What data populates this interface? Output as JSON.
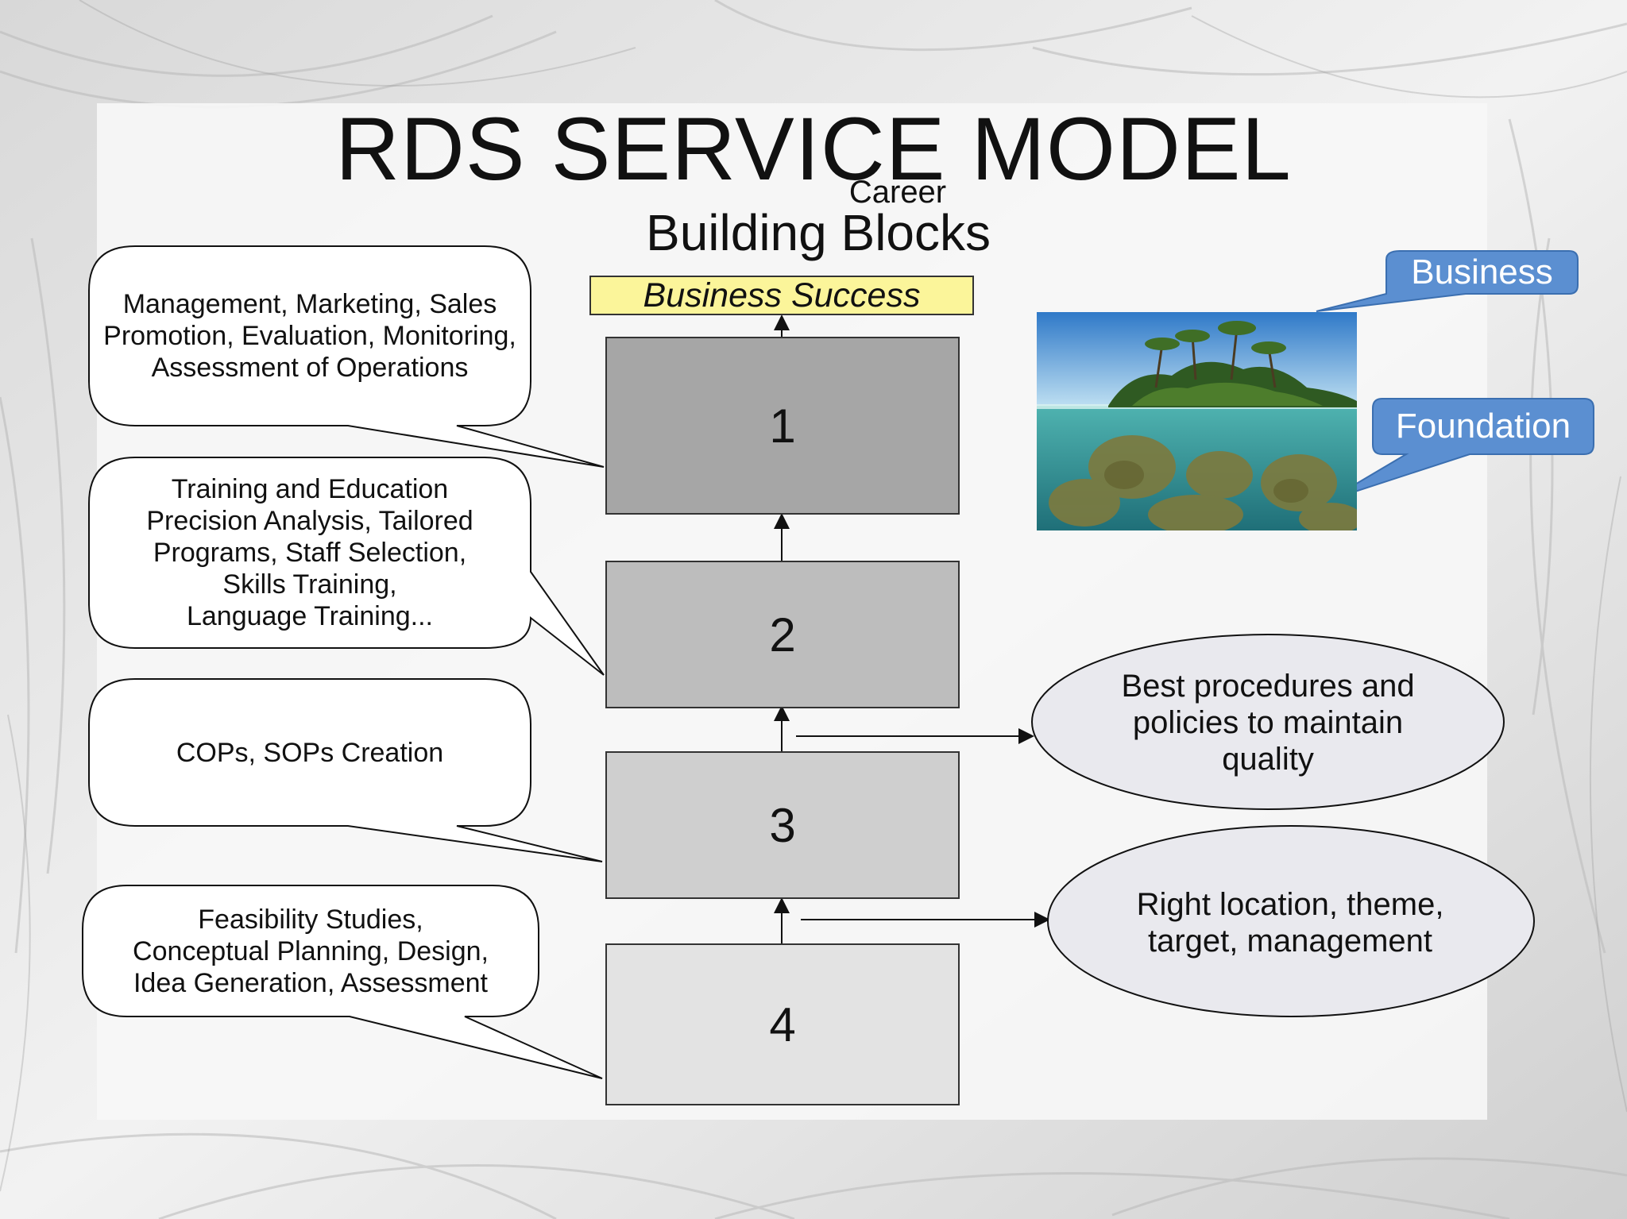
{
  "slide": {
    "title": "RDS SERVICE MODEL",
    "subtitle_small": "Career",
    "subtitle": "Building Blocks"
  },
  "pyramid": {
    "top_label": "Business Success",
    "blocks": [
      {
        "label": "1",
        "color": "#a6a6a6"
      },
      {
        "label": "2",
        "color": "#bdbdbd"
      },
      {
        "label": "3",
        "color": "#cfcfcf"
      },
      {
        "label": "4",
        "color": "#e3e3e3"
      }
    ]
  },
  "bubbles": [
    {
      "text": "Management, Marketing, Sales\nPromotion, Evaluation, Monitoring,\nAssessment of Operations"
    },
    {
      "text": "Training and Education\nPrecision Analysis, Tailored\nPrograms, Staff Selection,\nSkills Training,\nLanguage Training..."
    },
    {
      "text": "COPs, SOPs Creation"
    },
    {
      "text": "Feasibility Studies,\nConceptual Planning, Design,\nIdea Generation, Assessment"
    }
  ],
  "ellipses": [
    {
      "text": "Best procedures and\npolicies to maintain\nquality"
    },
    {
      "text": "Right location, theme,\ntarget, management"
    }
  ],
  "callouts": {
    "business": "Business",
    "foundation": "Foundation",
    "color": "#5b8fd1"
  },
  "colors": {
    "success_fill": "#fbf59a",
    "ellipse_fill": "#e9e9ee"
  }
}
